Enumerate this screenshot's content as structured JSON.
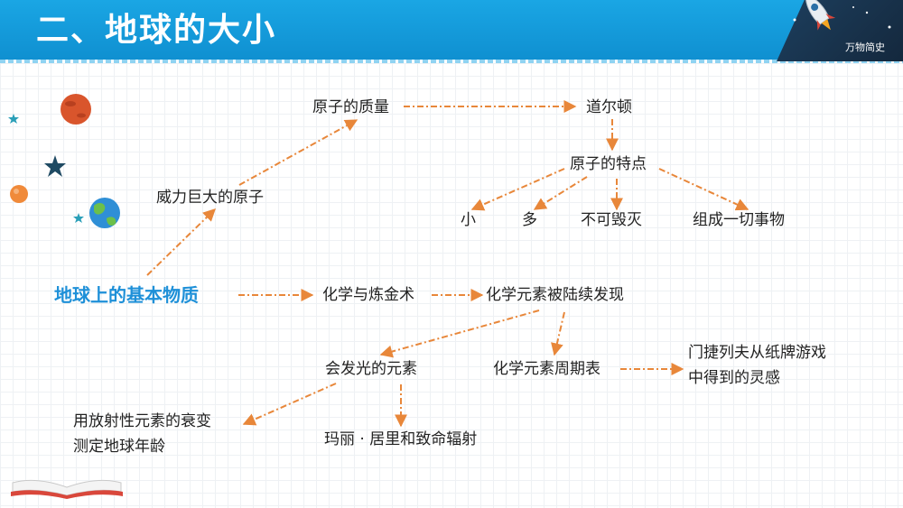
{
  "header": {
    "title": "二、地球的大小",
    "brand": "万物简史"
  },
  "colors": {
    "header_blue": "#1aa6e4",
    "arrow_orange": "#e8873a",
    "main_node_blue": "#1e90d8",
    "text_dark": "#222222"
  },
  "nodes": {
    "root": "地球上的基本物质",
    "powerful_atom": "威力巨大的原子",
    "atomic_mass": "原子的质量",
    "dalton": "道尔顿",
    "atom_traits": "原子的特点",
    "small": "小",
    "many": "多",
    "indestructible": "不可毁灭",
    "compose_all": "组成一切事物",
    "chemistry_alchemy": "化学与炼金术",
    "elements_discovered": "化学元素被陆续发现",
    "glowing_elements": "会发光的元素",
    "periodic_table": "化学元素周期表",
    "mendeleev_line1": "门捷列夫从纸牌游戏",
    "mendeleev_line2": "中得到的灵感",
    "decay_line1": "用放射性元素的衰变",
    "decay_line2": "测定地球年龄",
    "curie": "玛丽 · 居里和致命辐射"
  },
  "decor_icons": [
    "rocket-icon",
    "mars-planet-icon",
    "orange-planet-icon",
    "earth-planet-icon",
    "star-icon",
    "open-book-icon"
  ]
}
